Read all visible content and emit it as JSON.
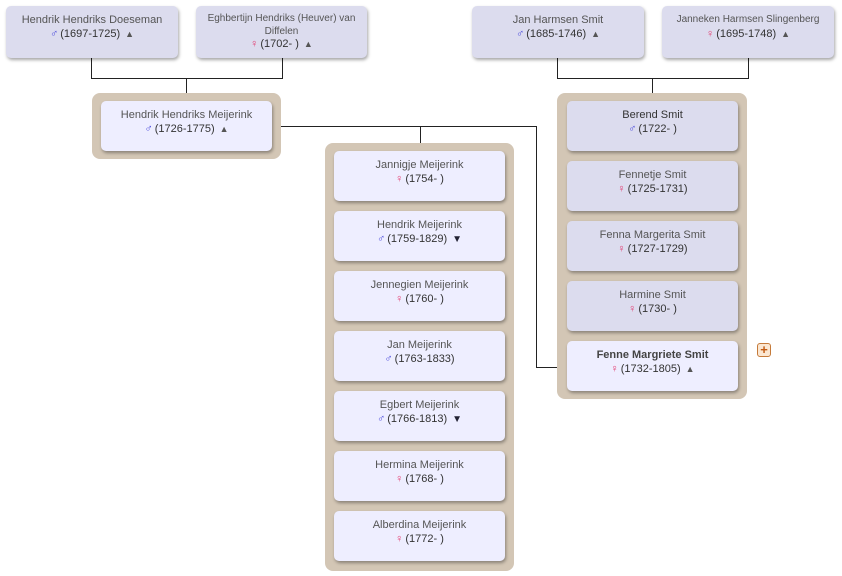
{
  "grandparents": [
    {
      "name": "Hendrik Hendriks Doeseman",
      "sex": "♂",
      "dates": "(1697-1725)",
      "arrow": "▲"
    },
    {
      "name": "Eghbertijn Hendriks (Heuver) van Diffelen",
      "sex": "♀",
      "dates": "(1702- )",
      "arrow": "▲"
    },
    {
      "name": "Jan Harmsen Smit",
      "sex": "♂",
      "dates": "(1685-1746)",
      "arrow": "▲"
    },
    {
      "name": "Janneken Harmsen Slingenberg",
      "sex": "♀",
      "dates": "(1695-1748)",
      "arrow": "▲"
    }
  ],
  "father": {
    "name": "Hendrik Hendriks Meijerink",
    "sex": "♂",
    "dates": "(1726-1775)",
    "arrow": "▲"
  },
  "mother_siblings": [
    {
      "name": "Berend Smit",
      "sex": "♂",
      "dates": "(1722- )"
    },
    {
      "name": "Fennetje Smit",
      "sex": "♀",
      "dates": "(1725-1731)"
    },
    {
      "name": "Fenna Margerita Smit",
      "sex": "♀",
      "dates": "(1727-1729)"
    },
    {
      "name": "Harmine Smit",
      "sex": "♀",
      "dates": "(1730- )"
    }
  ],
  "mother": {
    "name": "Fenne Margriete Smit",
    "sex": "♀",
    "dates": "(1732-1805)",
    "arrow": "▲"
  },
  "children": [
    {
      "name": "Jannigje Meijerink",
      "sex": "♀",
      "dates": "(1754- )",
      "arrow": ""
    },
    {
      "name": "Hendrik Meijerink",
      "sex": "♂",
      "dates": "(1759-1829)",
      "arrow": "▼"
    },
    {
      "name": "Jennegien Meijerink",
      "sex": "♀",
      "dates": "(1760- )",
      "arrow": ""
    },
    {
      "name": "Jan Meijerink",
      "sex": "♂",
      "dates": "(1763-1833)",
      "arrow": ""
    },
    {
      "name": "Egbert Meijerink",
      "sex": "♂",
      "dates": "(1766-1813)",
      "arrow": "▼"
    },
    {
      "name": "Hermina Meijerink",
      "sex": "♀",
      "dates": "(1768- )",
      "arrow": ""
    },
    {
      "name": "Alberdina Meijerink",
      "sex": "♀",
      "dates": "(1772- )",
      "arrow": ""
    }
  ],
  "expand_button": "+",
  "colors": {
    "male": "#4a4adb",
    "female": "#e23a6e",
    "group": "#d3c6b5",
    "box": "#dcdcee"
  }
}
